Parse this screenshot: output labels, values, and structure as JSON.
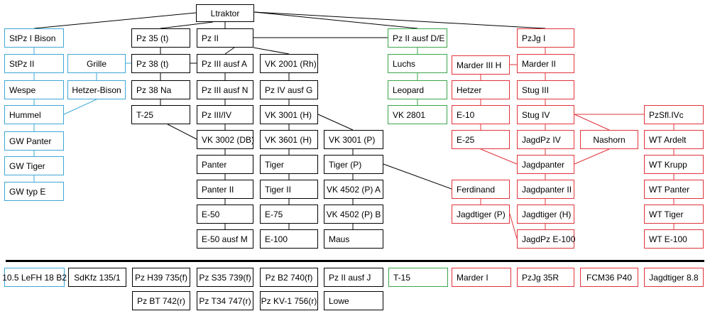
{
  "colors": {
    "black": "#000000",
    "blue": "#3fa7d6",
    "green": "#3aa64a",
    "red": "#e0343a"
  },
  "nodes": {
    "ltraktor": "Ltraktor",
    "stpz_bison": "StPz I Bison",
    "stpz2": "StPz II",
    "wespe": "Wespe",
    "hummel": "Hummel",
    "gw_panter": "GW Panter",
    "gw_tiger": "GW Tiger",
    "gw_type": "GW typ E",
    "grille": "Grille",
    "hetzer_bison": "Hetzer-Bison",
    "pz35": "Pz 35 (t)",
    "pz38": "Pz 38 (t)",
    "pz38na": "Pz 38 Na",
    "t25": "T-25",
    "pz2": "Pz II",
    "pz3a": "Pz III ausf A",
    "pz3n": "Pz III ausf N",
    "pz34": "Pz III/IV",
    "vk3002": "VK 3002 (DB)",
    "panter": "Panter",
    "panter2": "Panter II",
    "e50": "E-50",
    "e50m": "E-50 ausf M",
    "vk2001": "VK 2001 (Rh)",
    "pz4g": "Pz IV ausf G",
    "vk3001h": "VK 3001 (H)",
    "vk3601": "VK 3601 (H)",
    "tiger": "Tiger",
    "tiger2": "Tiger II",
    "e75": "E-75",
    "e100": "E-100",
    "vk3001p": "VK 3001 (P)",
    "tigerp": "Tiger (P)",
    "vk4502a": "VK 4502 (P) A",
    "vk4502b": "VK 4502 (P) B",
    "maus": "Maus",
    "pz2de": "Pz II ausf D/E",
    "luchs": "Luchs",
    "leopard": "Leopard",
    "vk2801": "VK 2801",
    "marder3": "Marder III H",
    "hetzer": "Hetzer",
    "e10": "E-10",
    "e25": "E-25",
    "ferdinand": "Ferdinand",
    "jagdtigerp": "Jagdtiger (P)",
    "pzjg1": "PzJg I",
    "marder2": "Marder II",
    "stug3": "Stug III",
    "stug4": "Stug IV",
    "jagdpz4": "JagdPz IV",
    "nashorn": "Nashorn",
    "jagdpanter": "Jagdpanter",
    "jagdpanter2": "Jagdpanter II",
    "jagdtigerh": "Jagdtiger (H)",
    "jagdpze100": "JagdPz E-100",
    "pzsfl": "PzSfl.IVc",
    "wt_ardelt": "WT Ardelt",
    "wt_krupp": "WT Krupp",
    "wt_panter": "WT Panter",
    "wt_tiger": "WT Tiger",
    "wt_e100": "WT E-100",
    "lefh": "10.5 LeFH 18 B2",
    "sdkfz": "SdKfz 135/1",
    "h39": "Pz H39 735(f)",
    "bt742": "Pz BT 742(r)",
    "s35": "Pz S35 739(f)",
    "t34": "Pz T34 747(r)",
    "b2": "Pz B2 740(f)",
    "kv1": "Pz KV-1 756(r)",
    "pz2j": "Pz II ausf J",
    "lowe": "Lowe",
    "t15": "T-15",
    "marder1": "Marder I",
    "pzjg35r": "PzJg 35R",
    "fcm36": "FCM36 P40",
    "jagdtiger88": "Jagdtiger 8.8"
  }
}
